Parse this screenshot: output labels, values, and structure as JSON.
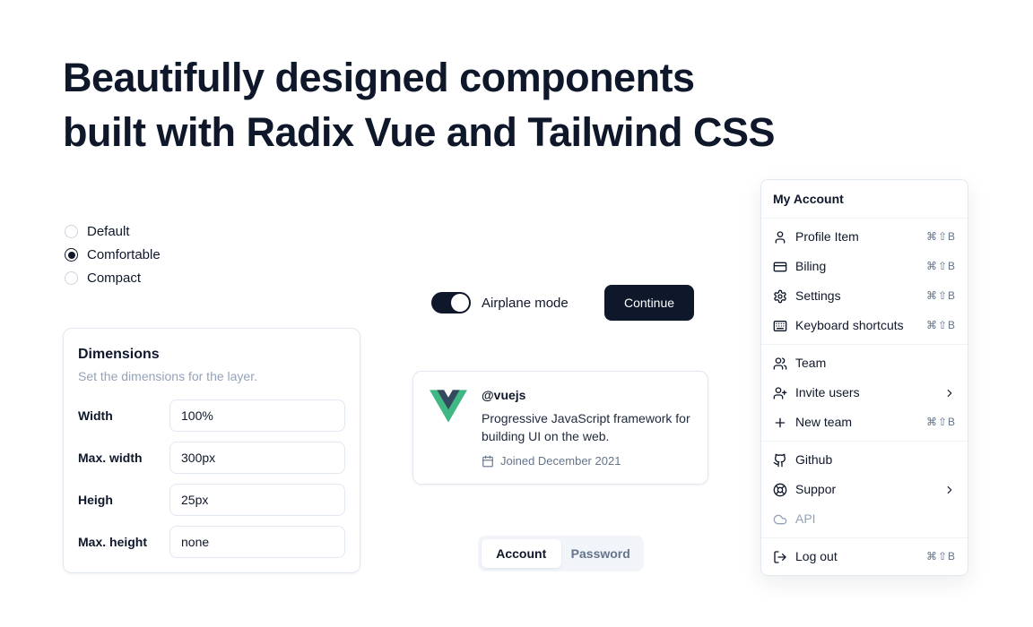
{
  "colors": {
    "accent": "#0f172a",
    "border": "#e2e8f0",
    "muted_text": "#94a3b8",
    "vue_green": "#41b883",
    "vue_navy": "#35495e"
  },
  "heading": {
    "line1": "Beautifully designed components",
    "line2": "built with Radix Vue and Tailwind CSS"
  },
  "radio_group": {
    "options": [
      {
        "label": "Default",
        "selected": false
      },
      {
        "label": "Comfortable",
        "selected": true
      },
      {
        "label": "Compact",
        "selected": false
      }
    ]
  },
  "airplane_switch": {
    "label": "Airplane mode",
    "on": true
  },
  "continue_button": {
    "label": "Continue"
  },
  "dimensions_card": {
    "title": "Dimensions",
    "subtitle": "Set the dimensions for the layer.",
    "fields": [
      {
        "label": "Width",
        "value": "100%"
      },
      {
        "label": "Max. width",
        "value": "300px"
      },
      {
        "label": "Heigh",
        "value": "25px"
      },
      {
        "label": "Max. height",
        "value": "none"
      }
    ]
  },
  "hover_card": {
    "handle": "@vuejs",
    "description": "Progressive JavaScript framework for building UI on the web.",
    "joined": "Joined December 2021",
    "logo": "vue-logo"
  },
  "tabs": {
    "items": [
      {
        "label": "Account",
        "active": true
      },
      {
        "label": "Password",
        "active": false
      }
    ]
  },
  "menu": {
    "title": "My Account",
    "items": [
      {
        "label": "Profile Item",
        "icon": "user-icon",
        "shortcut": "⌘⇧B"
      },
      {
        "label": "Biling",
        "icon": "credit-card-icon",
        "shortcut": "⌘⇧B"
      },
      {
        "label": "Settings",
        "icon": "gear-icon",
        "shortcut": "⌘⇧B"
      },
      {
        "label": "Keyboard shortcuts",
        "icon": "keyboard-icon",
        "shortcut": "⌘⇧B"
      },
      {
        "label": "Team",
        "icon": "users-icon"
      },
      {
        "label": "Invite users",
        "icon": "user-plus-icon",
        "submenu": true
      },
      {
        "label": "New team",
        "icon": "plus-icon",
        "shortcut": "⌘⇧B"
      },
      {
        "label": "Github",
        "icon": "github-icon"
      },
      {
        "label": "Suppor",
        "icon": "life-buoy-icon",
        "submenu": true
      },
      {
        "label": "API",
        "icon": "cloud-icon",
        "disabled": true
      },
      {
        "label": "Log out",
        "icon": "log-out-icon",
        "shortcut": "⌘⇧B"
      }
    ]
  }
}
